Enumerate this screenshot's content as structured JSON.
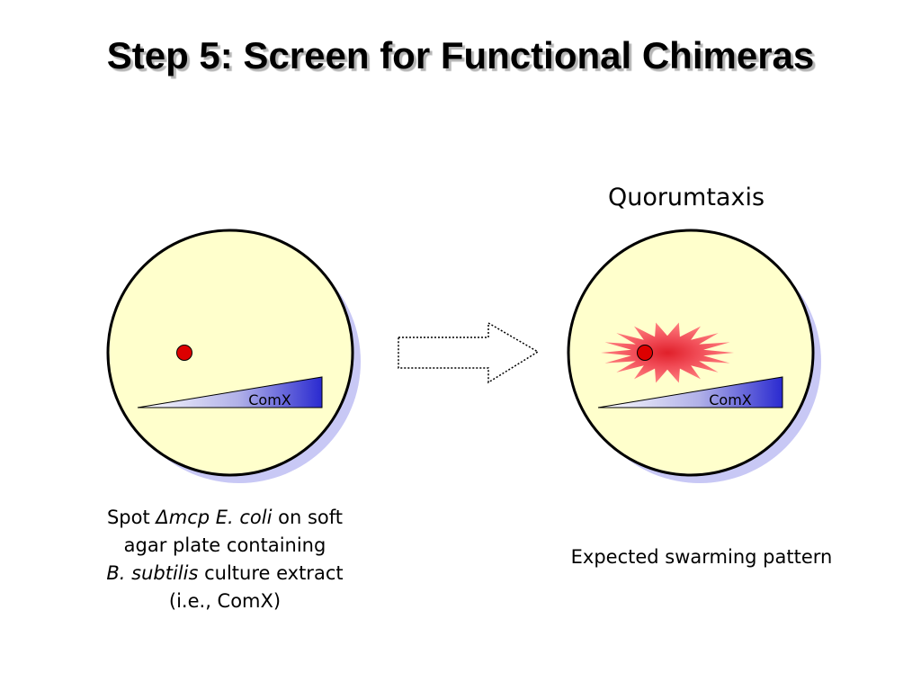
{
  "title": "Step 5: Screen for Functional Chimeras",
  "right_heading": "Quorumtaxis",
  "left_plate": {
    "gradient_label": "ComX"
  },
  "right_plate": {
    "gradient_label": "ComX"
  },
  "left_caption": {
    "l1_a": "Spot ",
    "l1_b": "Δmcp E. coli",
    "l1_c": " on soft",
    "l2": "agar plate containing",
    "l3_a": "B. subtilis",
    "l3_b": " culture extract",
    "l4": "(i.e., ComX)"
  },
  "right_caption": "Expected swarming pattern",
  "colors": {
    "plate_fill": "#ffffcc",
    "plate_shadow": "#c8c8f5",
    "gradient_end": "#2a2ad0",
    "spot": "#dd0000",
    "swarm": "#ff6666"
  }
}
